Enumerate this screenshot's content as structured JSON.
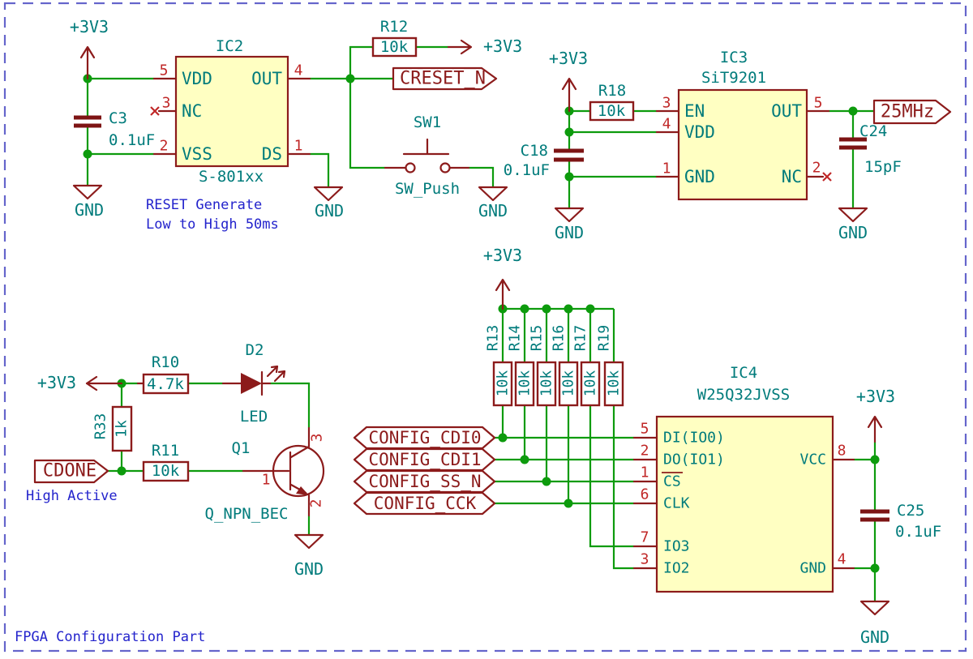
{
  "sheet": {
    "caption": "FPGA Configuration Part"
  },
  "power": {
    "p3v3": "+3V3",
    "gnd": "GND"
  },
  "annotations": {
    "reset_line1": "RESET Generate",
    "reset_line2": "Low to High 50ms",
    "cdone_note": "High Active"
  },
  "net_labels": {
    "creset_n": "CRESET_N",
    "clk_25mhz": "25MHz",
    "cdone": "CDONE",
    "config_cdi0": "CONFIG_CDI0",
    "config_cdi1": "CONFIG_CDI1",
    "config_ss_n": "CONFIG_SS_N",
    "config_cck": "CONFIG_CCK"
  },
  "components": {
    "ic2": {
      "ref": "IC2",
      "value": "S-801xx",
      "pins": {
        "vdd": {
          "num": "5",
          "name": "VDD"
        },
        "nc": {
          "num": "3",
          "name": "NC"
        },
        "vss": {
          "num": "2",
          "name": "VSS"
        },
        "out": {
          "num": "4",
          "name": "OUT"
        },
        "ds": {
          "num": "1",
          "name": "DS"
        }
      }
    },
    "ic3": {
      "ref": "IC3",
      "value": "SiT9201",
      "pins": {
        "en": {
          "num": "3",
          "name": "EN"
        },
        "vdd": {
          "num": "4",
          "name": "VDD"
        },
        "gnd": {
          "num": "1",
          "name": "GND"
        },
        "out": {
          "num": "5",
          "name": "OUT"
        },
        "nc": {
          "num": "2",
          "name": "NC"
        }
      }
    },
    "ic4": {
      "ref": "IC4",
      "value": "W25Q32JVSS",
      "pins": {
        "di": {
          "num": "5",
          "name": "DI(IO0)"
        },
        "do": {
          "num": "2",
          "name": "DO(IO1)"
        },
        "cs": {
          "num": "1",
          "name": "CS"
        },
        "clk": {
          "num": "6",
          "name": "CLK"
        },
        "io3": {
          "num": "7",
          "name": "IO3"
        },
        "io2": {
          "num": "3",
          "name": "IO2"
        },
        "vcc": {
          "num": "8",
          "name": "VCC"
        },
        "gnd": {
          "num": "4",
          "name": "GND"
        }
      }
    },
    "c3": {
      "ref": "C3",
      "value": "0.1uF"
    },
    "c18": {
      "ref": "C18",
      "value": "0.1uF"
    },
    "c24": {
      "ref": "C24",
      "value": "15pF"
    },
    "c25": {
      "ref": "C25",
      "value": "0.1uF"
    },
    "r10": {
      "ref": "R10",
      "value": "4.7k"
    },
    "r11": {
      "ref": "R11",
      "value": "10k"
    },
    "r12": {
      "ref": "R12",
      "value": "10k"
    },
    "r18": {
      "ref": "R18",
      "value": "10k"
    },
    "r33": {
      "ref": "R33",
      "value": "1k"
    },
    "r13": {
      "ref": "R13",
      "value": "10k"
    },
    "r14": {
      "ref": "R14",
      "value": "10k"
    },
    "r15": {
      "ref": "R15",
      "value": "10k"
    },
    "r16": {
      "ref": "R16",
      "value": "10k"
    },
    "r17": {
      "ref": "R17",
      "value": "10k"
    },
    "r19": {
      "ref": "R19",
      "value": "10k"
    },
    "sw1": {
      "ref": "SW1",
      "value": "SW_Push"
    },
    "d2": {
      "ref": "D2",
      "value": "LED"
    },
    "q1": {
      "ref": "Q1",
      "value": "Q_NPN_BEC",
      "pins": {
        "b": {
          "num": "1"
        },
        "e": {
          "num": "2"
        },
        "c": {
          "num": "3"
        }
      }
    }
  },
  "colors": {
    "wire_green": "#0d9b0d",
    "device_red": "#8c1b1b",
    "pin_number_red": "#c02727",
    "text_teal": "#007b7b",
    "body_fill_yellow": "#ffffc2",
    "note_blue": "#2323cc",
    "border_blue": "#6565cb"
  }
}
